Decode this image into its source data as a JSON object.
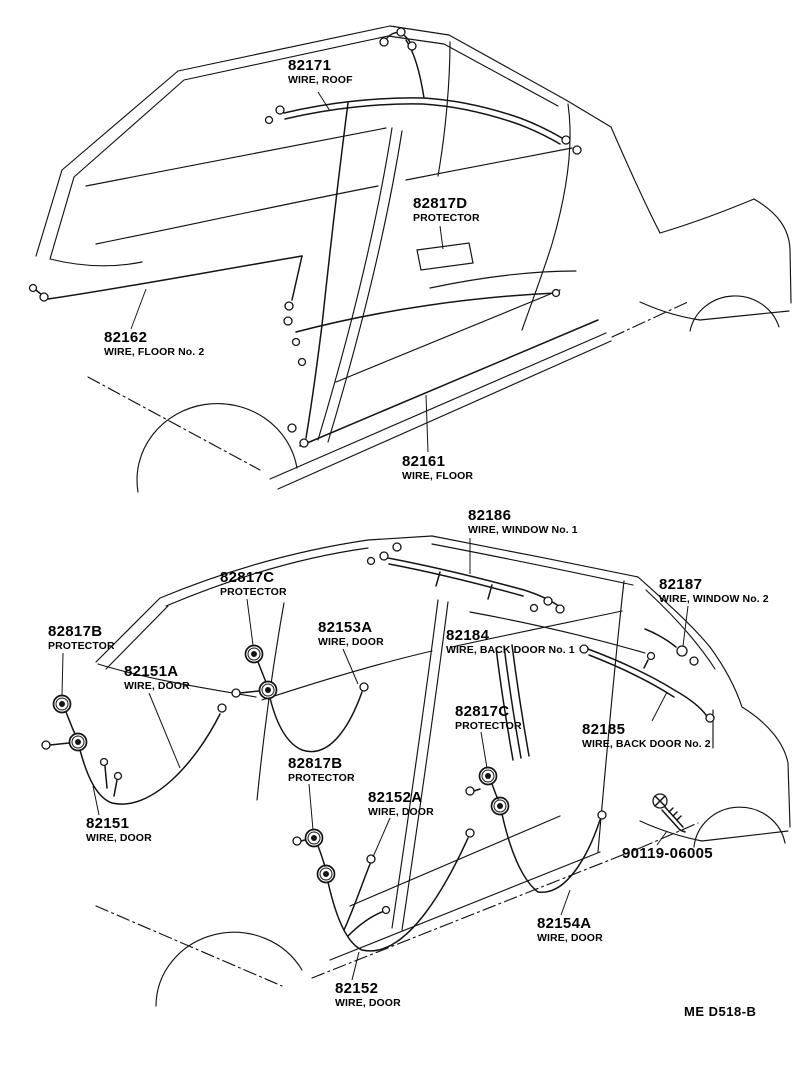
{
  "document": {
    "type": "parts-wiring-diagram",
    "footer_code": "ME D518-B"
  },
  "labels": {
    "wire_roof": {
      "part": "82171",
      "desc": "WIRE, ROOF"
    },
    "protector_d": {
      "part": "82817D",
      "desc": "PROTECTOR"
    },
    "wire_floor_2": {
      "part": "82162",
      "desc": "WIRE, FLOOR No. 2"
    },
    "wire_floor": {
      "part": "82161",
      "desc": "WIRE, FLOOR"
    },
    "wire_window_1": {
      "part": "82186",
      "desc": "WIRE, WINDOW No. 1"
    },
    "protector_c1": {
      "part": "82817C",
      "desc": "PROTECTOR"
    },
    "wire_window_2": {
      "part": "82187",
      "desc": "WIRE, WINDOW No. 2"
    },
    "protector_b1": {
      "part": "82817B",
      "desc": "PROTECTOR"
    },
    "wire_door_153a": {
      "part": "82153A",
      "desc": "WIRE, DOOR"
    },
    "wire_back_door_1": {
      "part": "82184",
      "desc": "WIRE, BACK DOOR No. 1"
    },
    "wire_door_151a": {
      "part": "82151A",
      "desc": "WIRE, DOOR"
    },
    "protector_c2": {
      "part": "82817C",
      "desc": "PROTECTOR"
    },
    "wire_back_door_2": {
      "part": "82185",
      "desc": "WIRE, BACK DOOR No. 2"
    },
    "protector_b2": {
      "part": "82817B",
      "desc": "PROTECTOR"
    },
    "wire_door_152a": {
      "part": "82152A",
      "desc": "WIRE, DOOR"
    },
    "wire_door_151": {
      "part": "82151",
      "desc": "WIRE, DOOR"
    },
    "bolt": {
      "part": "90119-06005",
      "desc": ""
    },
    "wire_door_154a": {
      "part": "82154A",
      "desc": "WIRE, DOOR"
    },
    "wire_door_152": {
      "part": "82152",
      "desc": "WIRE, DOOR"
    }
  },
  "colors": {
    "ink": "#141414",
    "background": "#ffffff"
  }
}
